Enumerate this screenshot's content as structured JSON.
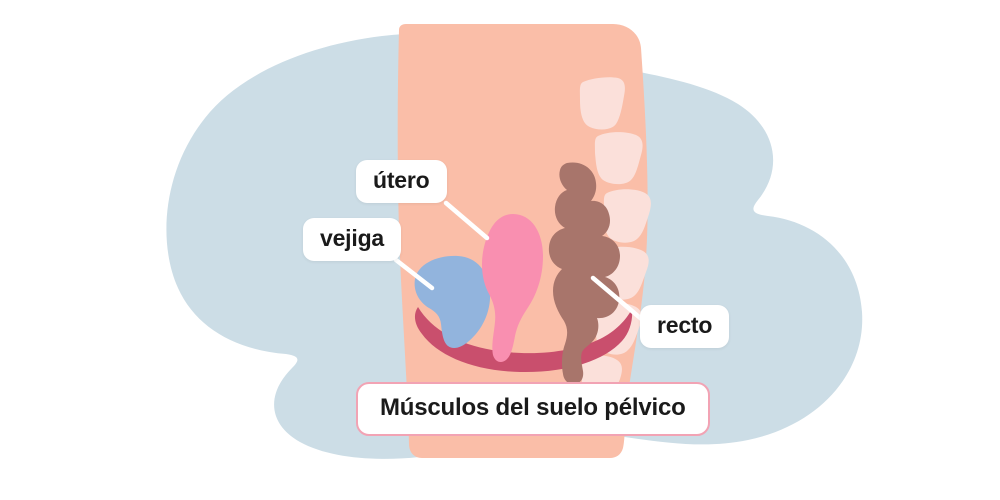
{
  "diagram": {
    "title_label": "Músculos del suelo pélvico",
    "language": "es",
    "subject": "female-pelvic-floor-anatomy-sagittal-section",
    "labels": [
      {
        "id": "utero",
        "text": "útero",
        "organ": "uterus"
      },
      {
        "id": "vejiga",
        "text": "vejiga",
        "organ": "bladder"
      },
      {
        "id": "recto",
        "text": "recto",
        "organ": "rectum"
      }
    ],
    "colors": {
      "background": "#ffffff",
      "blob": "#CCDDE6",
      "body": "#FABEA8",
      "bladder": "#92B4DD",
      "uterus": "#F98FB0",
      "rectum": "#A8756B",
      "pelvic_floor_muscle": "#C94F6D",
      "vertebra": "#FBE0DA",
      "leader_line": "#ffffff",
      "label_text": "#1a1a1a",
      "label_background": "#ffffff",
      "main_label_border": "#F2A3B4"
    },
    "parts": [
      {
        "name": "background-blob",
        "color": "#CCDDE6"
      },
      {
        "name": "body-silhouette",
        "color": "#FABEA8"
      },
      {
        "name": "vertebrae",
        "color": "#FBE0DA",
        "count": 6
      },
      {
        "name": "bladder",
        "color": "#92B4DD"
      },
      {
        "name": "uterus",
        "color": "#F98FB0"
      },
      {
        "name": "rectum",
        "color": "#A8756B"
      },
      {
        "name": "pelvic-floor-muscle",
        "color": "#C94F6D"
      }
    ]
  }
}
